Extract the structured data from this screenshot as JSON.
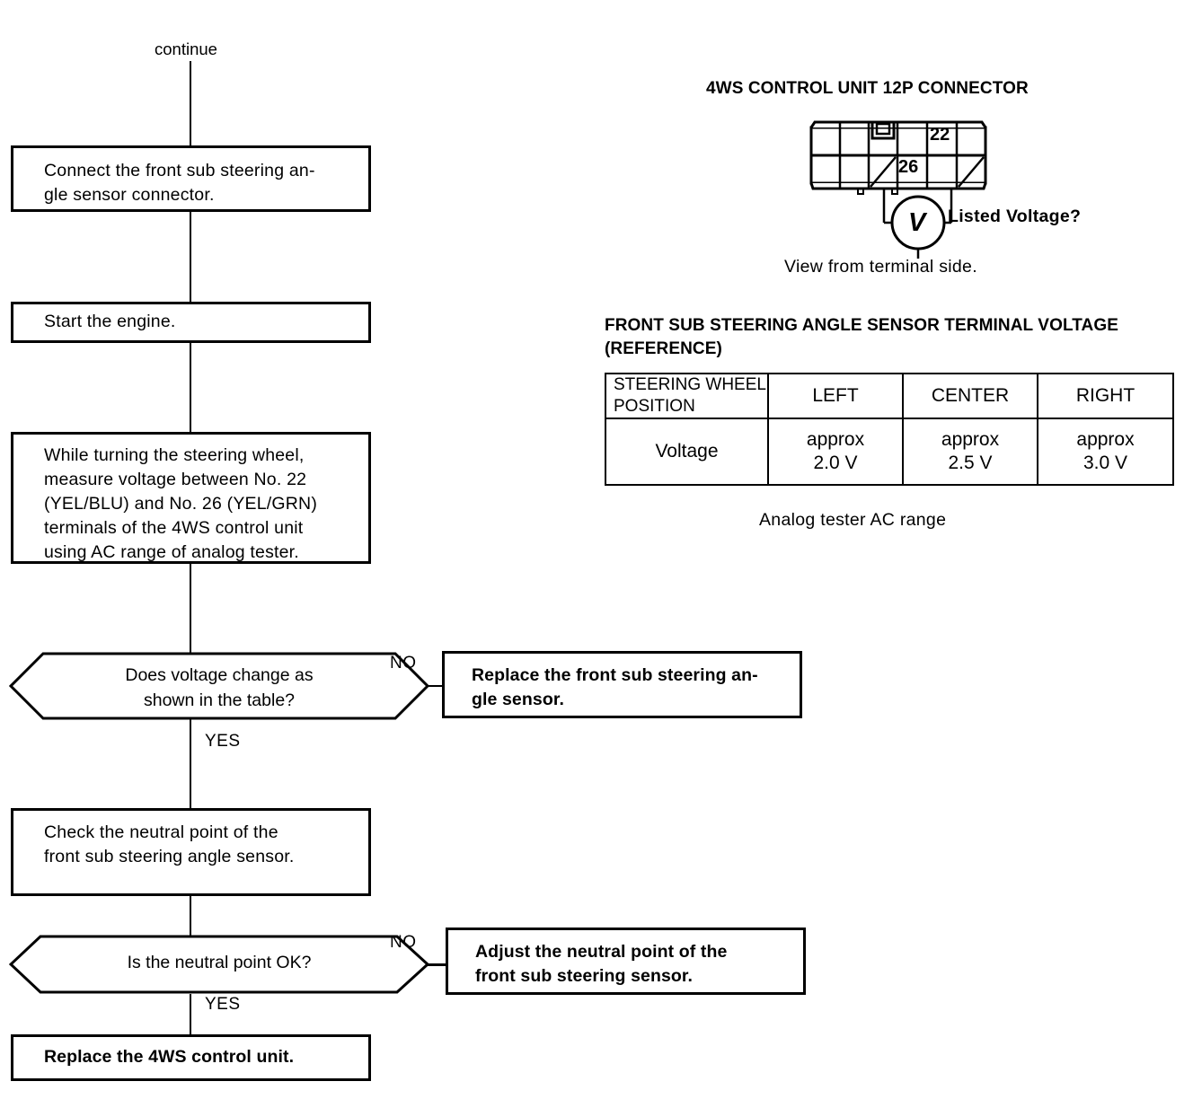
{
  "flow": {
    "continue_label": "continue",
    "steps": [
      {
        "id": "connect-sensor",
        "text": "Connect the front sub steering an-\ngle sensor connector."
      },
      {
        "id": "start-engine",
        "text": "Start the engine."
      },
      {
        "id": "measure-voltage",
        "text": "While turning the steering wheel,\nmeasure voltage between No. 22\n(YEL/BLU) and No. 26 (YEL/GRN)\nterminals of the 4WS control unit\nusing AC range of analog tester."
      },
      {
        "id": "check-neutral",
        "text": "Check  the  neutral  point  of  the\nfront sub steering angle sensor."
      }
    ],
    "decisions": [
      {
        "id": "voltage-change",
        "text": "Does voltage change as\nshown in the table?",
        "no_label": "NO",
        "yes_label": "YES"
      },
      {
        "id": "neutral-ok",
        "text": "Is the neutral point OK?",
        "no_label": "NO",
        "yes_label": "YES"
      }
    ],
    "outcomes": [
      {
        "id": "replace-sensor",
        "text": "Replace the front sub steering an-\ngle sensor."
      },
      {
        "id": "adjust-neutral",
        "text": "Adjust  the  neutral  point  of  the\nfront sub steering sensor."
      },
      {
        "id": "replace-control-unit",
        "text": "Replace the 4WS control unit."
      }
    ]
  },
  "connector": {
    "title": "4WS CONTROL UNIT 12P CONNECTOR",
    "pin_22": "22",
    "pin_26": "26",
    "meter_symbol": "V",
    "meter_question": "Listed Voltage?",
    "view_note": "View from terminal side."
  },
  "voltage_table": {
    "title": "FRONT SUB STEERING ANGLE SENSOR TERMINAL VOLTAGE\n(REFERENCE)",
    "columns": [
      "STEERING WHEEL\nPOSITION",
      "LEFT",
      "CENTER",
      "RIGHT"
    ],
    "row_label": "Voltage",
    "values": [
      "approx\n2.0 V",
      "approx\n2.5 V",
      "approx\n3.0 V"
    ],
    "footnote": "Analog tester   AC range"
  },
  "colors": {
    "ink": "#000000",
    "paper": "#ffffff"
  }
}
